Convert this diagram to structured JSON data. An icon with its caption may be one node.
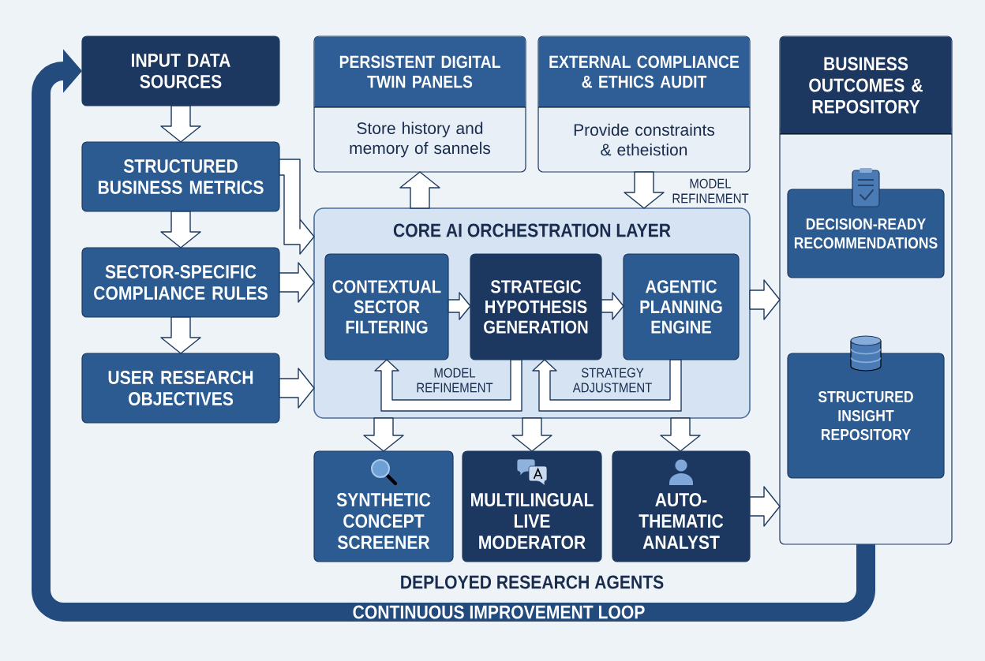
{
  "diagram": {
    "nodes": [
      {
        "text": [
          "INPUT DATA SOURCES"
        ]
      },
      {
        "text": [
          "STRUCTURED BUSINESS METRICS"
        ]
      },
      {
        "text": [
          "SECTOR-SPECIFIC COMPLIANCE RULES"
        ]
      },
      {
        "text": [
          "USER RESEARCH OBJECTIVES"
        ]
      },
      {
        "text": [
          "PERSISTENT DIGITAL TWIN PANELS",
          "Store history and memory of sannels"
        ]
      },
      {
        "text": [
          "EXTERNAL COMPLIANCE & ETHICS AUDIT",
          "Provide constraints & etheistion"
        ]
      },
      {
        "text": [
          "CORE AI ORCHESTRATION LAYER"
        ]
      },
      {
        "text": [
          "CONTEXTUAL SECTOR FILTERING"
        ],
        "in": 6
      },
      {
        "text": [
          "STRATEGIC HYPOTHESIS GENERATION"
        ],
        "in": 6
      },
      {
        "text": [
          "AGENTIC PLANNING ENGINE"
        ],
        "in": 6
      },
      {
        "text": [
          "SYNTHETIC CONCEPT SCREENER"
        ]
      },
      {
        "text": [
          "MULTILINGUAL LIVE MODERATOR"
        ]
      },
      {
        "text": [
          "AUTO-THEMATIC ANALYST"
        ]
      },
      {
        "text": [
          "BUSINESS OUTCOMES & REPOSITORY"
        ]
      },
      {
        "text": [
          "DECISION-READY RECOMMENDATIONS"
        ],
        "in": 13
      },
      {
        "text": [
          "STRUCTURED INSIGHT REPOSITORY"
        ],
        "in": 13
      }
    ],
    "edges": [
      {
        "from": 0,
        "to": 1,
        "arrow": "to"
      },
      {
        "from": 1,
        "to": 2,
        "arrow": "to"
      },
      {
        "from": 2,
        "to": 3,
        "arrow": "to"
      },
      {
        "from": 1,
        "to": 6,
        "arrow": "to"
      },
      {
        "from": 2,
        "to": 6,
        "arrow": "to"
      },
      {
        "from": 3,
        "to": 6,
        "arrow": "to"
      },
      {
        "from": 6,
        "to": 4,
        "arrow": "to"
      },
      {
        "from": 5,
        "to": 6,
        "arrow": "to",
        "label": "MODEL REFINEMENT"
      },
      {
        "from": 7,
        "to": 8,
        "arrow": "to"
      },
      {
        "from": 8,
        "to": 9,
        "arrow": "to"
      },
      {
        "from": 8,
        "to": 7,
        "arrow": "to",
        "label": "MODEL REFINEMENT"
      },
      {
        "from": 9,
        "to": 8,
        "arrow": "to",
        "label": "STRATEGY ADJUSTMENT"
      },
      {
        "from": 6,
        "to": 13,
        "arrow": "to"
      },
      {
        "from": 6,
        "to": 10,
        "arrow": "to"
      },
      {
        "from": 6,
        "to": 11,
        "arrow": "to"
      },
      {
        "from": 6,
        "to": 12,
        "arrow": "to"
      },
      {
        "from": 12,
        "to": 13,
        "arrow": "to"
      },
      {
        "from": 13,
        "to": 0,
        "arrow": "to",
        "label": "CONTINUOUS IMPROVEMENT LOOP",
        "color": "#244b7d"
      }
    ],
    "labels": [
      "DEPLOYED RESEARCH AGENTS"
    ]
  }
}
